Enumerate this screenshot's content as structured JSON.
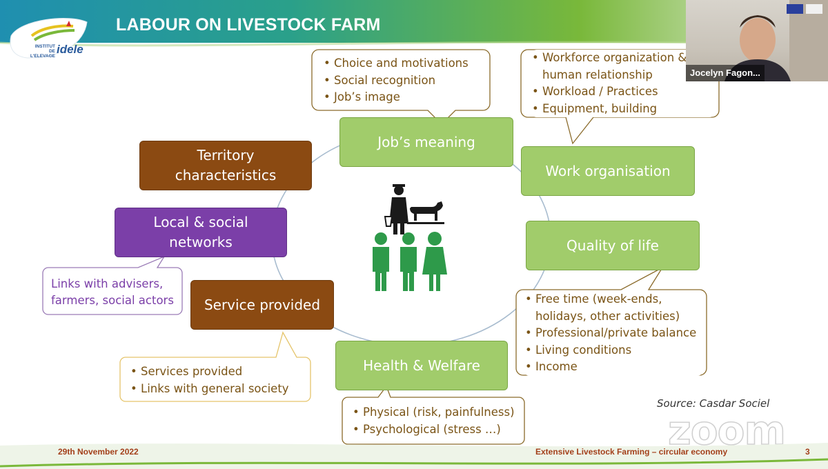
{
  "slide": {
    "title": "LABOUR ON LIVESTOCK FARM",
    "source": "Source: Casdar Sociel",
    "logo": {
      "line1": "INSTITUT DE L'ELEVAGE",
      "brand": "idele"
    }
  },
  "nodes": {
    "jobs_meaning": "Job’s meaning",
    "work_organisation": "Work organisation",
    "quality_of_life": "Quality of life",
    "health_welfare": "Health & Welfare",
    "service_provided": "Service provided",
    "local_networks": [
      "Local & social",
      "networks"
    ],
    "territory": [
      "Territory",
      "characteristics"
    ]
  },
  "callouts": {
    "jobs_meaning": [
      "Choice and motivations",
      "Social recognition",
      "Job’s image"
    ],
    "work_organisation": [
      "Workforce organization &",
      "human relationship",
      "Workload / Practices",
      "Equipment, building"
    ],
    "quality_of_life": [
      "Free time (week-ends,",
      "holidays, other activities)",
      "Professional/private balance",
      "Living conditions",
      "Income"
    ],
    "health_welfare": [
      "Physical (risk, painfulness)",
      "Psychological (stress …)"
    ],
    "service_provided": [
      "Services provided",
      "Links with general society"
    ],
    "local_networks": [
      "Links with advisers,",
      "farmers, social actors"
    ]
  },
  "center_icon": "farmer-family-cow-icon",
  "webcam": {
    "participant_name": "Jocelyn Fagon..."
  },
  "footer": {
    "date": "29th November 2022",
    "topic": "Extensive Livestock Farming – circular economy",
    "page": "3"
  },
  "watermark": "zoom",
  "colors": {
    "green": "#a1cc6b",
    "brown": "#8b4a12",
    "purple": "#7b3fa8",
    "callout_border": "#7a5416",
    "footer_text": "#a3401b"
  }
}
